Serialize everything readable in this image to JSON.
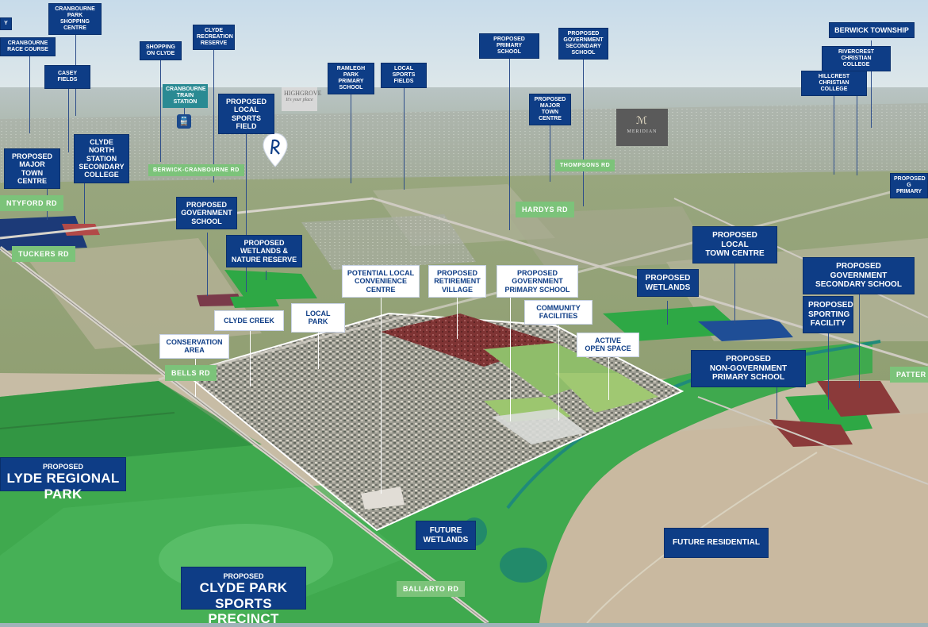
{
  "colors": {
    "label_navy": "#0e3d86",
    "road_green": "#7cc37a",
    "station_teal": "#2a8a93",
    "green_space": "#3ea64c",
    "retirement_red": "#8b3a3a"
  },
  "labels": {
    "cranbourne_park_shopping_centre": [
      "CRANBOURNE",
      "PARK SHOPPING",
      "CENTRE"
    ],
    "cranbourne_race_course": [
      "CRANBOURNE",
      "RACE COURSE"
    ],
    "casey_fields": [
      "CASEY FIELDS"
    ],
    "shopping_on_clyde": [
      "SHOPPING",
      "ON CLYDE"
    ],
    "clyde_recreation_reserve": [
      "CLYDE",
      "RECREATION",
      "RESERVE"
    ],
    "cranbourne_train_station": [
      "CRANBOURNE",
      "TRAIN",
      "STATION"
    ],
    "proposed_local_sports_field": [
      "PROPOSED",
      "LOCAL",
      "SPORTS FIELD"
    ],
    "ramlegh_park_primary_school": [
      "RAMLEGH PARK",
      "PRIMARY",
      "SCHOOL"
    ],
    "local_sports_fields": [
      "LOCAL",
      "SPORTS",
      "FIELDS"
    ],
    "proposed_primary_school_north": [
      "PROPOSED PRIMARY",
      "SCHOOL"
    ],
    "proposed_government_secondary_school_north": [
      "PROPOSED",
      "GOVERNMENT",
      "SECONDARY",
      "SCHOOL"
    ],
    "proposed_major_town_centre_east": [
      "PROPOSED",
      "MAJOR TOWN",
      "CENTRE"
    ],
    "berwick_township": [
      "BERWICK TOWNSHIP"
    ],
    "rivercrest_christian_college": [
      "RIVERCREST CHRISTIAN",
      "COLLEGE"
    ],
    "hillcrest_christian_college": [
      "HILLCREST CHRISTIAN",
      "COLLEGE"
    ],
    "proposed_primary_edge": [
      "PROPOSED G",
      "PRIMARY"
    ],
    "proposed_major_town_centre_west": [
      "PROPOSED",
      "MAJOR TOWN",
      "CENTRE"
    ],
    "clyde_north_station_secondary_college": [
      "CLYDE NORTH",
      "STATION",
      "SECONDARY",
      "COLLEGE"
    ],
    "proposed_government_school": [
      "PROPOSED",
      "GOVERNMENT",
      "SCHOOL"
    ],
    "proposed_wetlands_nature_reserve": [
      "PROPOSED",
      "WETLANDS &",
      "NATURE RESERVE"
    ],
    "proposed_local_town_centre": [
      "PROPOSED LOCAL",
      "TOWN CENTRE"
    ],
    "proposed_government_secondary_school_east": [
      "PROPOSED GOVERNMENT",
      "SECONDARY SCHOOL"
    ],
    "proposed_wetlands": [
      "PROPOSED",
      "WETLANDS"
    ],
    "proposed_sporting_facility": [
      "PROPOSED",
      "SPORTING",
      "FACILITY"
    ],
    "proposed_non_government_primary_school": [
      "PROPOSED",
      "NON-GOVERNMENT",
      "PRIMARY SCHOOL"
    ],
    "future_wetlands": [
      "FUTURE",
      "WETLANDS"
    ],
    "future_residential": [
      "FUTURE RESIDENTIAL"
    ],
    "potential_local_convenience_centre": [
      "POTENTIAL LOCAL",
      "CONVENIENCE",
      "CENTRE"
    ],
    "proposed_retirement_village": [
      "PROPOSED",
      "RETIREMENT",
      "VILLAGE"
    ],
    "proposed_government_primary_school": [
      "PROPOSED",
      "GOVERNMENT",
      "PRIMARY SCHOOL"
    ],
    "community_facilities": [
      "COMMUNITY",
      "FACILITIES"
    ],
    "active_open_space": [
      "ACTIVE",
      "OPEN SPACE"
    ],
    "clyde_creek": [
      "CLYDE CREEK"
    ],
    "local_park": [
      "LOCAL PARK"
    ],
    "conservation_area": [
      "CONSERVATION",
      "AREA"
    ]
  },
  "parks": {
    "clyde_regional_park": {
      "small": "PROPOSED",
      "big": "LYDE REGIONAL PARK"
    },
    "clyde_park_sports_precinct": {
      "small": "PROPOSED",
      "big": [
        "CLYDE PARK",
        "SPORTS PRECINCT"
      ]
    }
  },
  "roads": {
    "berwick_cranbourne_rd": "BERWICK-CRANBOURNE RD",
    "thompsons_rd": "THOMPSONS RD",
    "hardys_rd": "HARDYS RD",
    "tuckers_rd": "TUCKERS RD",
    "ntyford_rd": "NTYFORD RD",
    "bells_rd": "BELLS RD",
    "ballarto_rd": "BALLARTO RD",
    "patter": "PATTER"
  },
  "logos": {
    "highgrove": {
      "name": "HIGHGROVE",
      "tagline": "It's your place"
    },
    "meridian": "MERIDIAN"
  },
  "edge_text": "Y"
}
